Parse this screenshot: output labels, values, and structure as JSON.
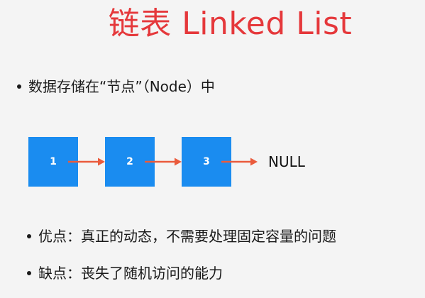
{
  "title": "链表 Linked List",
  "bullets": {
    "intro": "数据存储在“节点”（Node）中",
    "pro": "优点：真正的动态，不需要处理固定容量的问题",
    "con": "缺点：丧失了随机访问的能力"
  },
  "diagram": {
    "nodes": [
      "1",
      "2",
      "3"
    ],
    "terminal": "NULL",
    "colors": {
      "node": "#1a8cf0",
      "arrow": "#ea5b3c"
    }
  }
}
